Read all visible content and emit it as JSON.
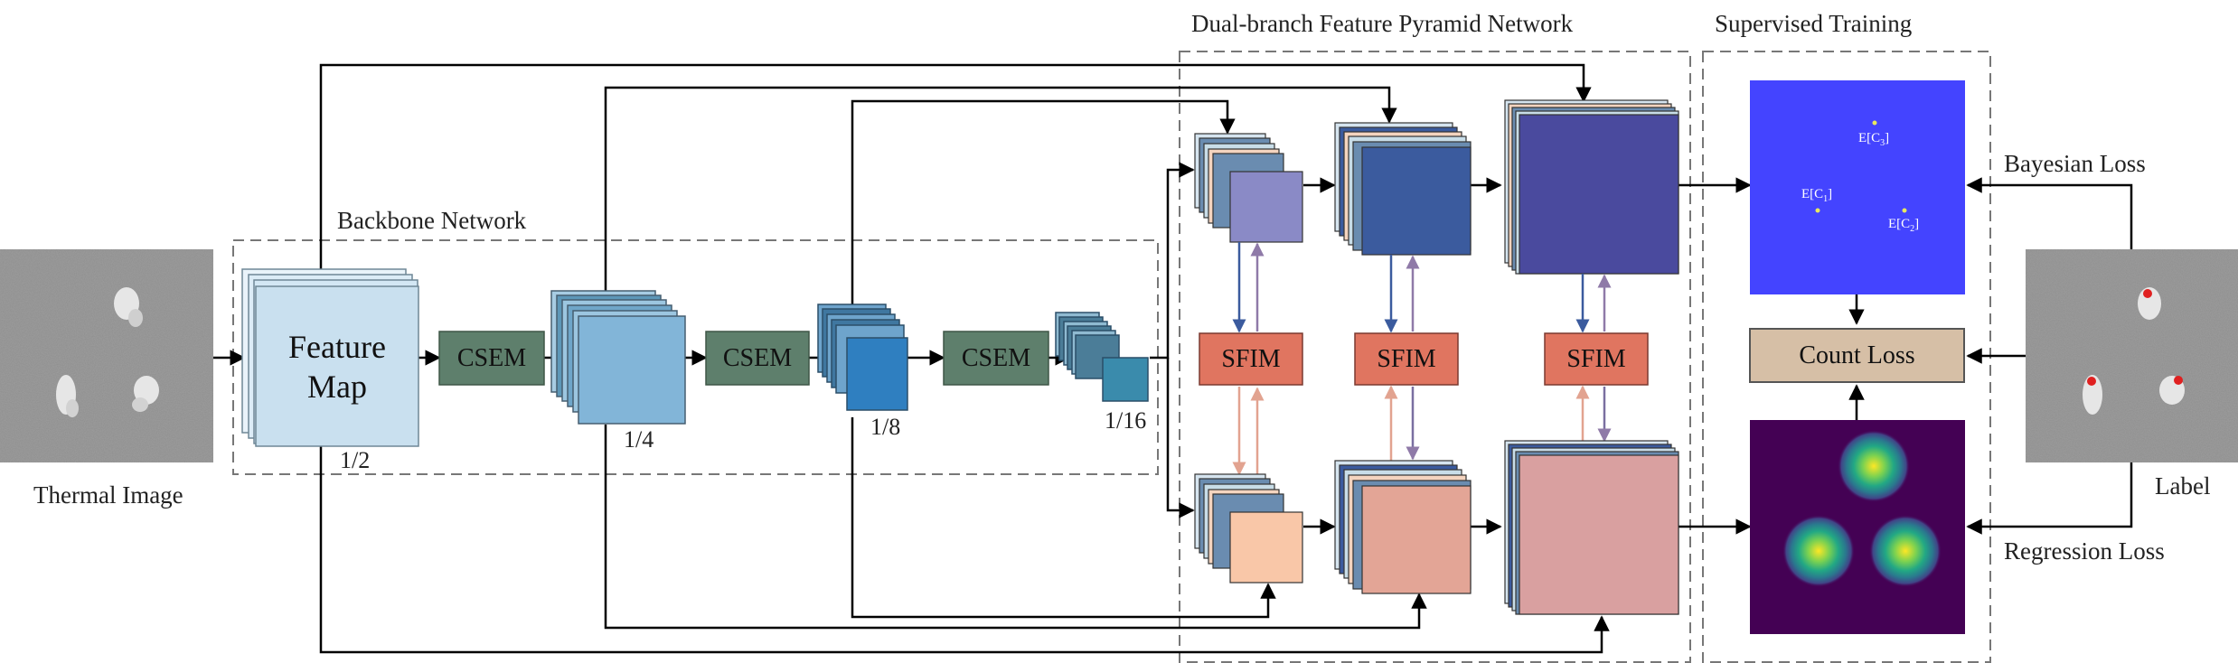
{
  "sections": {
    "backbone_title": "Backbone Network",
    "fpn_title": "Dual-branch Feature Pyramid Network",
    "supervised_title": "Supervised Training"
  },
  "backbone": {
    "feature_map_line1": "Feature",
    "feature_map_line2": "Map",
    "scales": [
      "1/2",
      "1/4",
      "1/8",
      "1/16"
    ],
    "csem_labels": [
      "CSEM",
      "CSEM",
      "CSEM"
    ]
  },
  "fpn": {
    "sfim_labels": [
      "SFIM",
      "SFIM",
      "SFIM"
    ]
  },
  "training": {
    "count_loss": "Count Loss",
    "bayesian_loss": "Bayesian Loss",
    "regression_loss": "Regression Loss",
    "expectations": {
      "c3": {
        "base": "E[C",
        "sub": "3",
        "close": "]"
      },
      "c1": {
        "base": "E[C",
        "sub": "1",
        "close": "]"
      },
      "c2": {
        "base": "E[C",
        "sub": "2",
        "close": "]"
      }
    }
  },
  "captions": {
    "thermal_image": "Thermal Image",
    "label": "Label"
  },
  "colors": {
    "csem": "#5e7f6c",
    "sfim": "#e07560",
    "count_loss": "#d6bfa6",
    "bayesian_map": "#4444ff",
    "density_bg": "#440154",
    "fpn_top_small": "#8a8ac6",
    "fpn_top_mid": "#3b5b9e",
    "fpn_top_large": "#4a4a9e",
    "fpn_bot_small": "#f9c7a8",
    "fpn_bot_mid": "#e3a596",
    "fpn_bot_large": "#d9a0a0",
    "backbone_1": "#c9e0ef",
    "backbone_2": "#82b5d8",
    "backbone_3": "#2f7fc0",
    "backbone_4": "#3a8bac"
  }
}
